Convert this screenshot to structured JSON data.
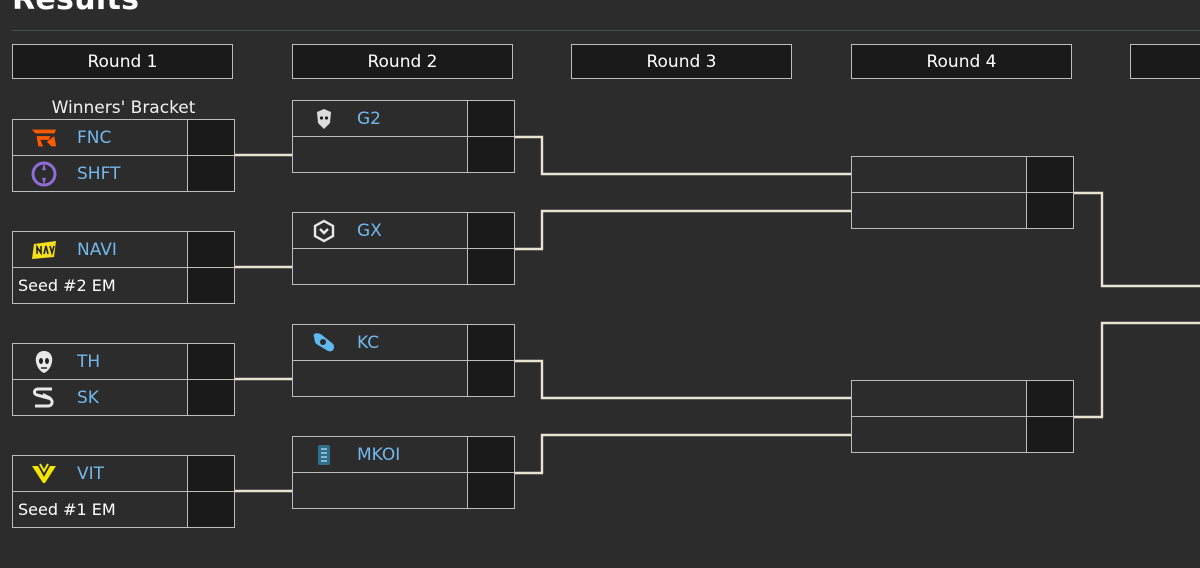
{
  "page": {
    "title": "Results"
  },
  "rounds": [
    "Round 1",
    "Round 2",
    "Round 3",
    "Round 4",
    ""
  ],
  "winners_bracket_label": "Winners' Bracket",
  "round1": [
    {
      "team": "FNC",
      "icon": "fnatic-logo-icon"
    },
    {
      "team": "SHFT",
      "icon": "shift-logo-icon"
    },
    {
      "team": "NAVI",
      "icon": "navi-logo-icon"
    },
    {
      "seed": "Seed #2 EM"
    },
    {
      "team": "TH",
      "icon": "team-heretics-logo-icon"
    },
    {
      "team": "SK",
      "icon": "sk-gaming-logo-icon"
    },
    {
      "team": "VIT",
      "icon": "vitality-logo-icon"
    },
    {
      "seed": "Seed #1 EM"
    }
  ],
  "round2": [
    {
      "team": "G2",
      "icon": "g2-logo-icon"
    },
    {
      "team": "GX",
      "icon": "giantx-logo-icon"
    },
    {
      "team": "KC",
      "icon": "karmine-corp-logo-icon"
    },
    {
      "team": "MKOI",
      "icon": "movistar-koi-logo-icon"
    }
  ],
  "colors": {
    "background": "#2c2c2c",
    "score_cell": "#1a1a1a",
    "team_link": "#72b8ec",
    "connector": "#e8e4d2"
  }
}
